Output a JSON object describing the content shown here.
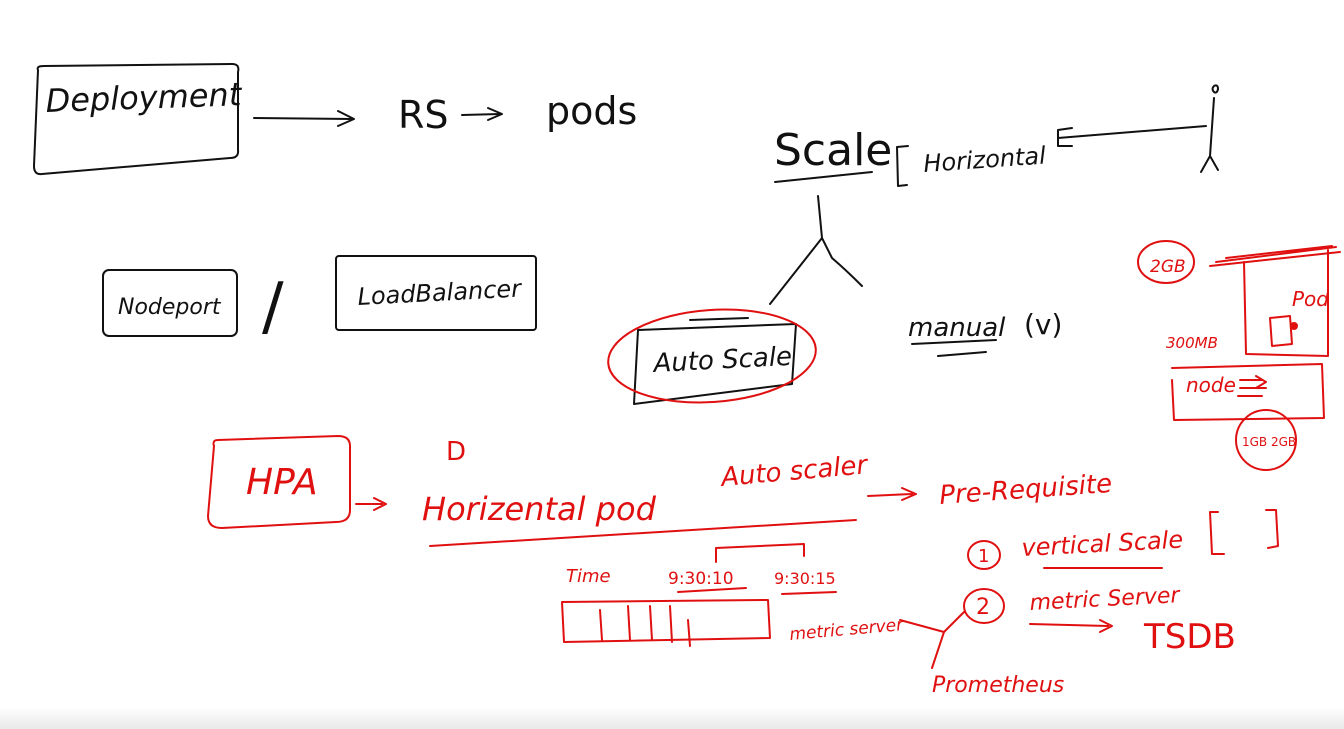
{
  "colors": {
    "black_ink": "#111111",
    "red_ink": "#e01010",
    "background": "#ffffff"
  },
  "black": {
    "deployment": "Deployment",
    "rs": "RS",
    "pods": "pods",
    "nodeport": "Nodeport",
    "slash": "/",
    "loadbalancer": "LoadBalancer",
    "scale": "Scale",
    "horizontal": "Horizontal",
    "autoscale": "Auto Scale",
    "manual": "manual",
    "manual_mark": "(v)"
  },
  "red": {
    "ram_top": "2GB",
    "pod": "Pod",
    "ram_used": "300MB",
    "node": "node",
    "node_ram": "1GB 2GB",
    "hpa": "HPA",
    "d_mark": "D",
    "horizontal_pod": "Horizental pod",
    "autoscaler": "Auto scaler",
    "prerequisite": "Pre-Requisite",
    "item1_num": "1",
    "item1_text": "vertical Scale",
    "item2_num": "2",
    "item2_text": "metric Server",
    "tsdb": "TSDB",
    "time": "Time",
    "time1": "9:30:10",
    "time2": "9:30:15",
    "metric_server_note": "metric server",
    "prometheus": "Prometheus"
  }
}
